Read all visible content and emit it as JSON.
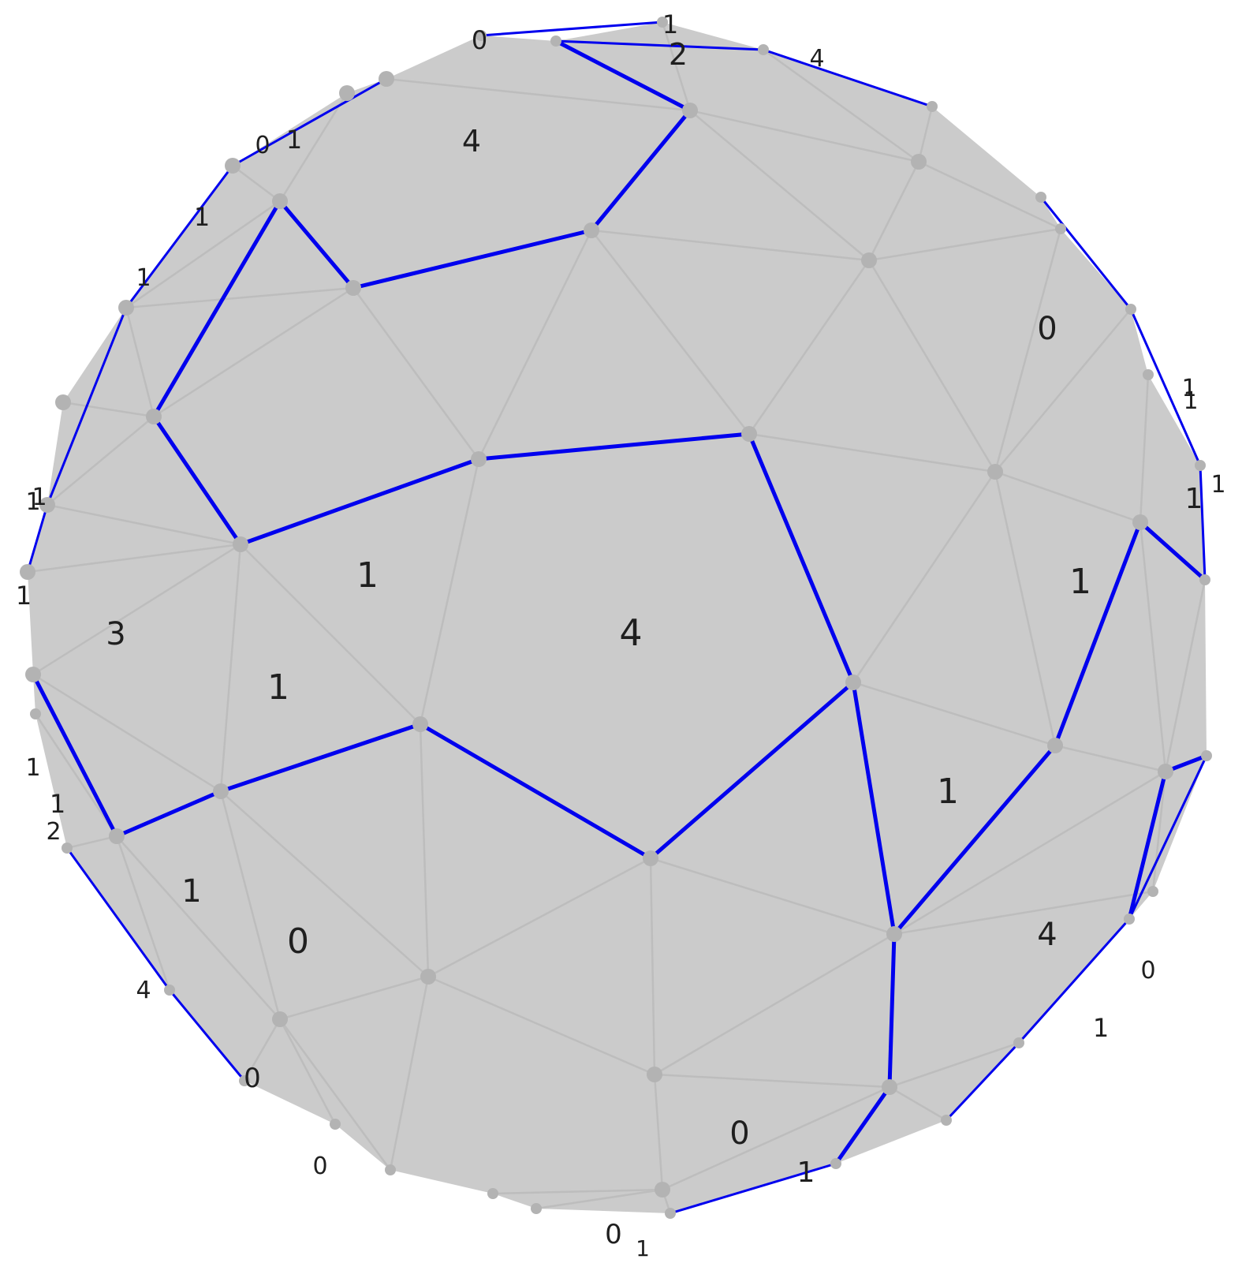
{
  "colors": {
    "face_fill": "#cbcbcb",
    "mesh_line": "#bdbdbd",
    "node": "#b3b3b3",
    "boundary": "#0000ee",
    "text": "#1f1f1f"
  },
  "labels": {
    "face_center": "4",
    "face_upper_left": "1",
    "face_left_mid": "1",
    "face_left": "3",
    "face_top": "4",
    "face_top_right": "0",
    "face_right": "1",
    "face_right_lower": "1",
    "face_lower_left_a": "1",
    "face_lower_left_b": "0",
    "face_bottom_right": "4",
    "face_bottom": "0",
    "rim_top_0": "0",
    "rim_top_1": "1",
    "rim_top_2": "2",
    "rim_top_4": "4",
    "rim_ul_0": "0",
    "rim_ul_1": "1",
    "rim_l_1a": "1",
    "rim_l_1b": "1",
    "rim_l_1c": "1",
    "rim_l_1d": "1",
    "rim_l_1e": "1",
    "rim_l_1f": "1",
    "rim_l_1g": "1",
    "rim_l_2": "2",
    "rim_ll_4": "4",
    "rim_ll_0a": "0",
    "rim_ll_0b": "0",
    "rim_b_0": "0",
    "rim_b_1": "1",
    "rim_br_1": "1",
    "rim_r_0": "0",
    "rim_r_1a": "1",
    "rim_r_1b": "1",
    "rim_r_1c": "1",
    "rim_r_1d": "1",
    "rim_r_1e": "1"
  }
}
